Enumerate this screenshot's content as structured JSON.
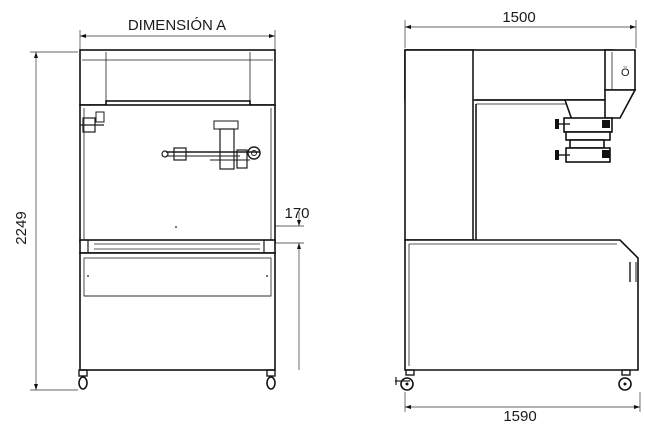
{
  "dimensions": {
    "front_width_label": "DIMENSIÓN A",
    "front_height_label": "2249",
    "front_depth_label": "170",
    "side_top_width_label": "1500",
    "side_bottom_width_label": "1590"
  },
  "colors": {
    "line": "#111111",
    "background": "#ffffff"
  }
}
